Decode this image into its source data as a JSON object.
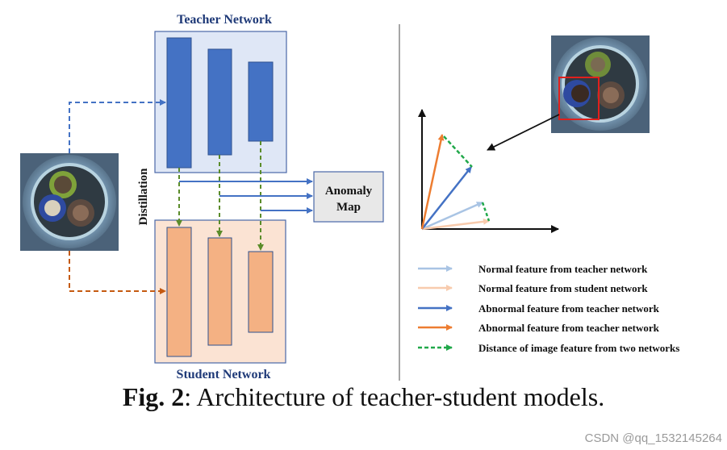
{
  "colors": {
    "teacher_box_fill": "#dfe7f6",
    "teacher_box_stroke": "#4a68a8",
    "teacher_bar": "#4472c4",
    "student_box_fill": "#fbe3d3",
    "student_box_stroke": "#4a68a8",
    "student_bar": "#f4b183",
    "teacher_label": "#1f3a78",
    "student_label": "#1f3a78",
    "arrow_blue": "#4472c4",
    "arrow_orange": "#c55a11",
    "arrow_green": "#5b8c2a",
    "dash_green": "#21a84a",
    "light_blue": "#a9c4e4",
    "light_orange": "#f8cbad",
    "bright_orange": "#ed7d31",
    "anomaly_fill": "#e8e8e8",
    "red_box": "#e0201c"
  },
  "diagram": {
    "teacher_title": "Teacher Network",
    "student_title": "Student Network",
    "distillation_label": "Distillation",
    "anomaly_map_line1": "Anomaly",
    "anomaly_map_line2": "Map"
  },
  "legend": [
    {
      "label": "Normal feature from teacher network",
      "color": "#a9c4e4",
      "style": "solid"
    },
    {
      "label": "Normal feature from student network",
      "color": "#f8cbad",
      "style": "solid"
    },
    {
      "label": "Abnormal feature from teacher network",
      "color": "#4472c4",
      "style": "solid"
    },
    {
      "label": "Abnormal feature from teacher network",
      "color": "#ed7d31",
      "style": "solid"
    },
    {
      "label": "Distance of image feature from two networks",
      "color": "#21a84a",
      "style": "dashed"
    }
  ],
  "caption": {
    "prefix": "Fig. 2",
    "text": ": Architecture of teacher-student models."
  },
  "watermark": "CSDN @qq_1532145264"
}
